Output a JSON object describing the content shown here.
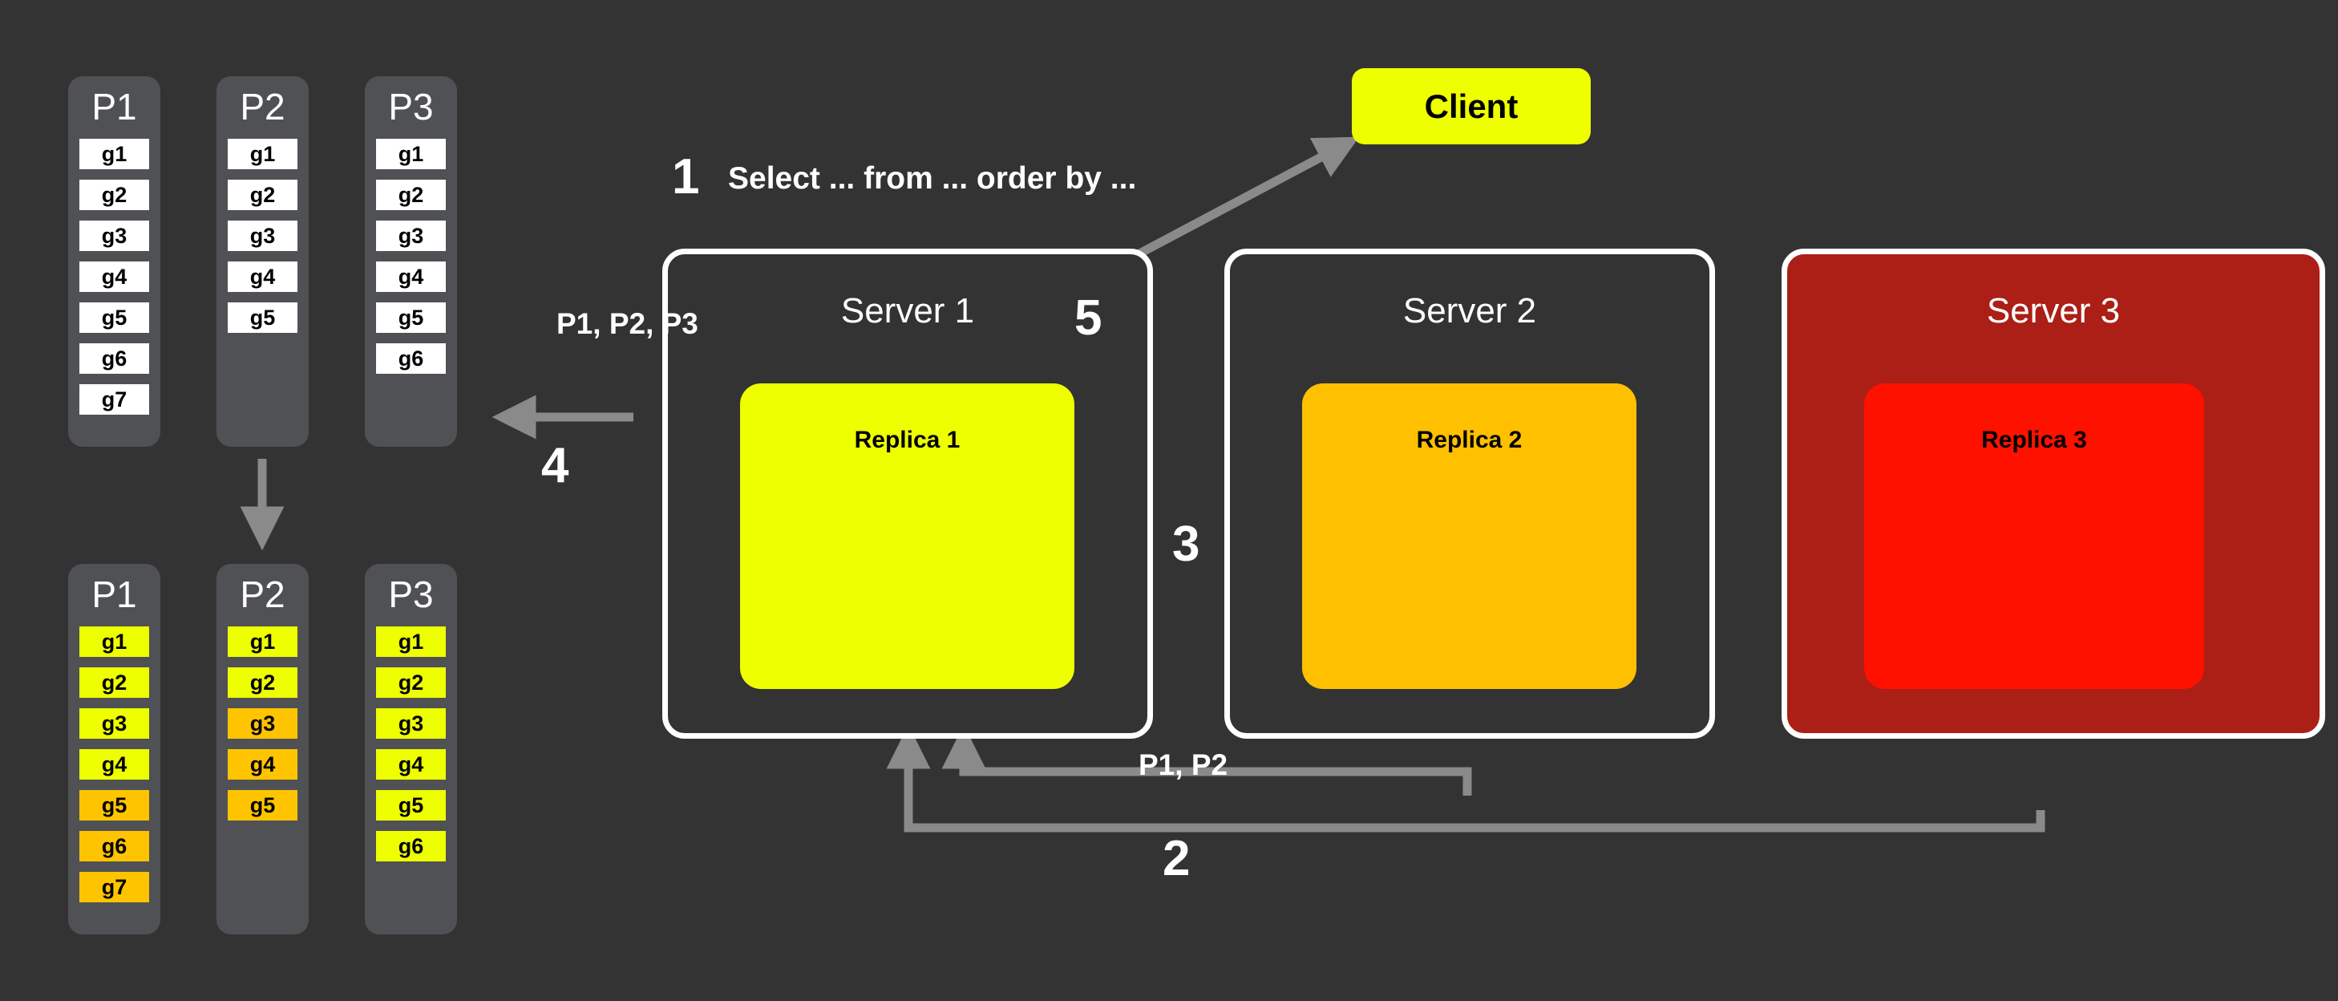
{
  "background_color": "#333333",
  "colors": {
    "canvas": "#333333",
    "partition_column": "#4f5154",
    "cell_white": "#ffffff",
    "cell_yellow": "#eeff00",
    "cell_orange": "#ffc400",
    "client_yellow": "#eeff00",
    "replica1_yellow": "#eeff00",
    "replica2_orange": "#ffc000",
    "replica3_red": "#ff1100",
    "server3_dark_red": "#ab1f16",
    "server_border_white": "#ffffff",
    "arrow_gray": "#8a8a8a",
    "text_white": "#ffffff",
    "text_black": "#000000"
  },
  "partitions_before": [
    {
      "title": "P1",
      "cells": [
        {
          "label": "g1",
          "color": "white"
        },
        {
          "label": "g2",
          "color": "white"
        },
        {
          "label": "g3",
          "color": "white"
        },
        {
          "label": "g4",
          "color": "white"
        },
        {
          "label": "g5",
          "color": "white"
        },
        {
          "label": "g6",
          "color": "white"
        },
        {
          "label": "g7",
          "color": "white"
        }
      ]
    },
    {
      "title": "P2",
      "cells": [
        {
          "label": "g1",
          "color": "white"
        },
        {
          "label": "g2",
          "color": "white"
        },
        {
          "label": "g3",
          "color": "white"
        },
        {
          "label": "g4",
          "color": "white"
        },
        {
          "label": "g5",
          "color": "white"
        }
      ]
    },
    {
      "title": "P3",
      "cells": [
        {
          "label": "g1",
          "color": "white"
        },
        {
          "label": "g2",
          "color": "white"
        },
        {
          "label": "g3",
          "color": "white"
        },
        {
          "label": "g4",
          "color": "white"
        },
        {
          "label": "g5",
          "color": "white"
        },
        {
          "label": "g6",
          "color": "white"
        }
      ]
    }
  ],
  "partitions_after": [
    {
      "title": "P1",
      "cells": [
        {
          "label": "g1",
          "color": "yellow"
        },
        {
          "label": "g2",
          "color": "yellow"
        },
        {
          "label": "g3",
          "color": "yellow"
        },
        {
          "label": "g4",
          "color": "yellow"
        },
        {
          "label": "g5",
          "color": "orange"
        },
        {
          "label": "g6",
          "color": "orange"
        },
        {
          "label": "g7",
          "color": "orange"
        }
      ]
    },
    {
      "title": "P2",
      "cells": [
        {
          "label": "g1",
          "color": "yellow"
        },
        {
          "label": "g2",
          "color": "yellow"
        },
        {
          "label": "g3",
          "color": "orange"
        },
        {
          "label": "g4",
          "color": "orange"
        },
        {
          "label": "g5",
          "color": "orange"
        }
      ]
    },
    {
      "title": "P3",
      "cells": [
        {
          "label": "g1",
          "color": "yellow"
        },
        {
          "label": "g2",
          "color": "yellow"
        },
        {
          "label": "g3",
          "color": "yellow"
        },
        {
          "label": "g4",
          "color": "yellow"
        },
        {
          "label": "g5",
          "color": "yellow"
        },
        {
          "label": "g6",
          "color": "yellow"
        }
      ]
    }
  ],
  "client": {
    "label": "Client"
  },
  "servers": [
    {
      "title": "Server 1",
      "replica": "Replica 1",
      "style": "dark"
    },
    {
      "title": "Server 2",
      "replica": "Replica 2",
      "style": "dark"
    },
    {
      "title": "Server 3",
      "replica": "Replica 3",
      "style": "red"
    }
  ],
  "steps": {
    "one": "1",
    "two": "2",
    "three": "3",
    "four": "4",
    "five": "5"
  },
  "labels": {
    "query": "Select ... from ... order by ...",
    "p1p2p3": "P1, P2, P3",
    "p1p2": "P1, P2",
    "p3": "P3"
  }
}
